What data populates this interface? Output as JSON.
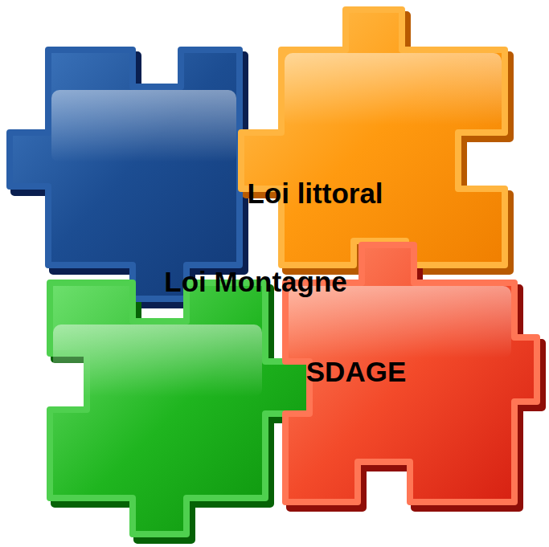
{
  "diagram": {
    "labels": [
      "Loi littoral",
      "Loi Montagne",
      "SDAGE"
    ]
  }
}
